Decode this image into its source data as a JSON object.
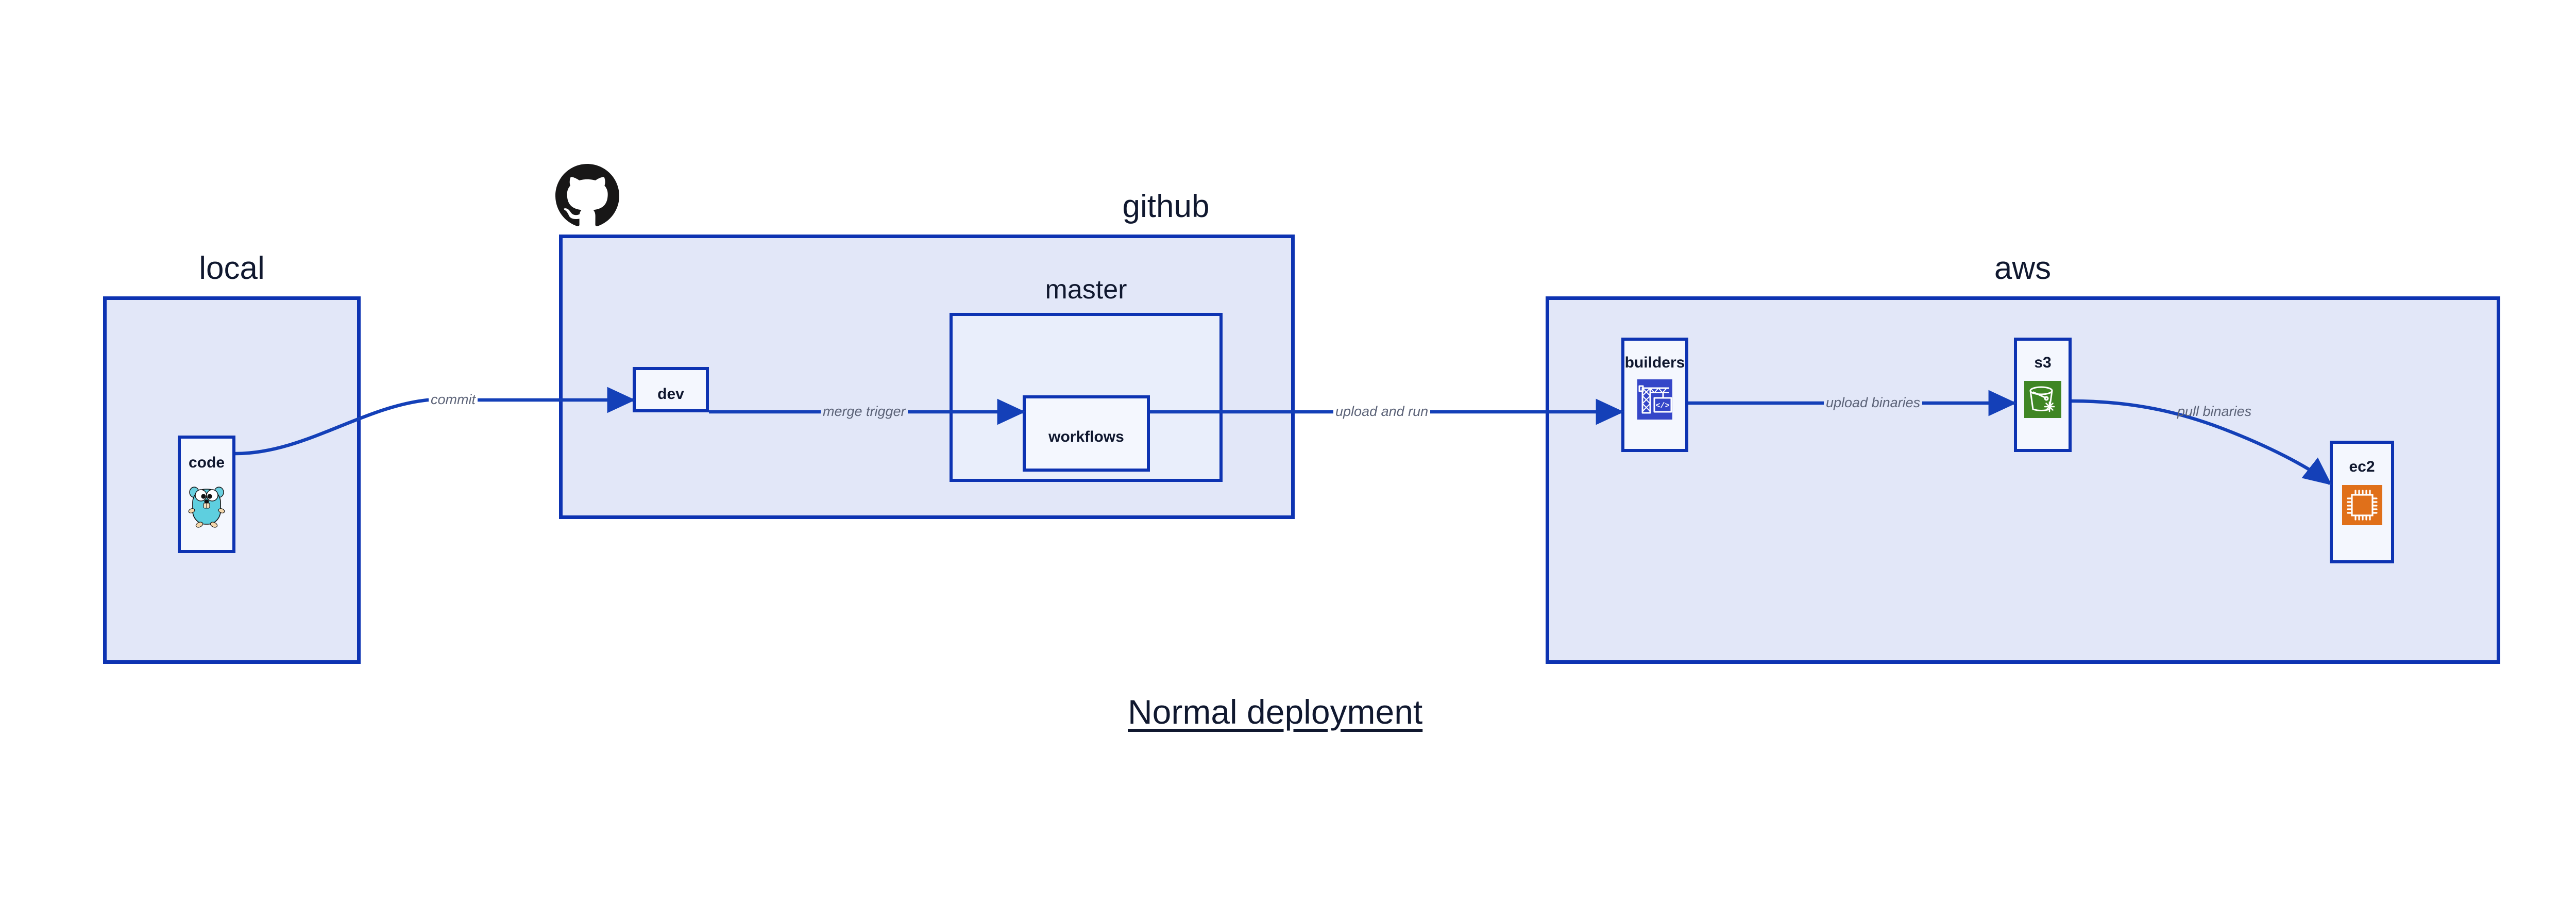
{
  "diagram": {
    "title": "Normal deployment",
    "groups": [
      {
        "id": "local",
        "label": "local",
        "nodes": [
          {
            "id": "code",
            "label": "code",
            "icon": "go-gopher-icon"
          }
        ]
      },
      {
        "id": "github",
        "label": "github",
        "brand_icon": "github-octocat-icon",
        "nodes": [
          {
            "id": "dev",
            "label": "dev"
          }
        ],
        "subgroups": [
          {
            "id": "master",
            "label": "master",
            "nodes": [
              {
                "id": "workflows",
                "label": "workflows"
              }
            ]
          }
        ]
      },
      {
        "id": "aws",
        "label": "aws",
        "nodes": [
          {
            "id": "builders",
            "label": "builders",
            "icon": "aws-builders-crane-icon"
          },
          {
            "id": "s3",
            "label": "s3",
            "icon": "aws-s3-bucket-icon"
          },
          {
            "id": "ec2",
            "label": "ec2",
            "icon": "aws-ec2-chip-icon"
          }
        ]
      }
    ],
    "edges": [
      {
        "id": "commit",
        "from": "code",
        "to": "dev",
        "label": "commit"
      },
      {
        "id": "merge-trigger",
        "from": "dev",
        "to": "workflows",
        "label": "merge trigger"
      },
      {
        "id": "upload-and-run",
        "from": "workflows",
        "to": "builders",
        "label": "upload and run"
      },
      {
        "id": "upload-binaries",
        "from": "builders",
        "to": "s3",
        "label": "upload binaries"
      },
      {
        "id": "pull-binaries",
        "from": "s3",
        "to": "ec2",
        "label": "pull binaries"
      }
    ],
    "colors": {
      "group_fill": "#e2e7f8",
      "node_fill": "#e9eefb",
      "node_fill_light": "#f4f7fe",
      "stroke": "#0d33b2",
      "arrow": "#1440b8",
      "text": "#10182f",
      "edge_label": "#5c6378",
      "go_teal": "#69d0e0",
      "s3_green": "#3f8624",
      "ec2_orange": "#e0701a",
      "builders_blue": "#3546c8",
      "octocat_black": "#181717",
      "background": "#ffffff"
    }
  }
}
